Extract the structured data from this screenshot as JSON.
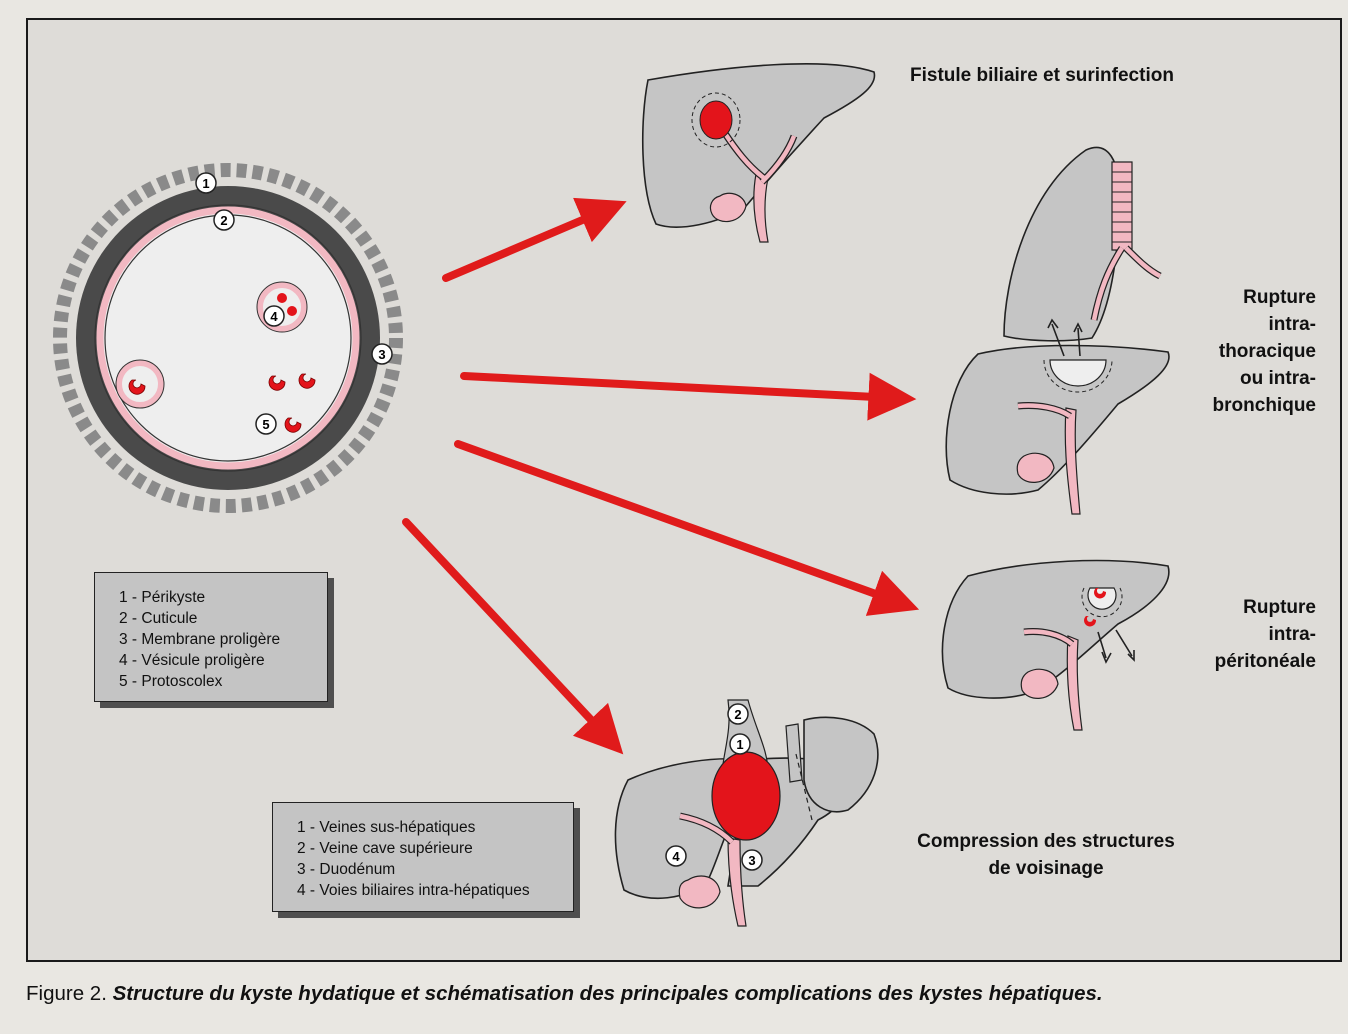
{
  "legend_structure": {
    "items": [
      "1 - Périkyste",
      "2 - Cuticule",
      "3 - Membrane proligère",
      "4 - Vésicule proligère",
      "5 - Protoscolex"
    ]
  },
  "legend_compression": {
    "items": [
      "1 - Veines sus-hépatiques",
      "2 - Veine cave supérieure",
      "3 - Duodénum",
      "4 - Voies biliaires intra-hépatiques"
    ]
  },
  "labels": {
    "fistule": "Fistule biliaire et surinfection",
    "thoracique": [
      "Rupture",
      "intra-",
      "thoracique",
      "ou intra-",
      "bronchique"
    ],
    "peritoneale": [
      "Rupture",
      "intra-",
      "péritonéale"
    ],
    "compression": [
      "Compression des structures",
      "de voisinage"
    ]
  },
  "markers": {
    "cyst": [
      "1",
      "2",
      "3",
      "4",
      "5"
    ],
    "compression": [
      "1",
      "2",
      "3",
      "4"
    ]
  },
  "caption": {
    "prefix": "Figure 2.",
    "body": "Structure du kyste hydatique et schématisation des principales complications des kystes hépatiques."
  },
  "colors": {
    "arrow": "#e01b1b",
    "cyst_dark": "#4a4a4a",
    "pink": "#f2b8c2",
    "liver": "#c5c5c5",
    "red": "#e3141b"
  }
}
